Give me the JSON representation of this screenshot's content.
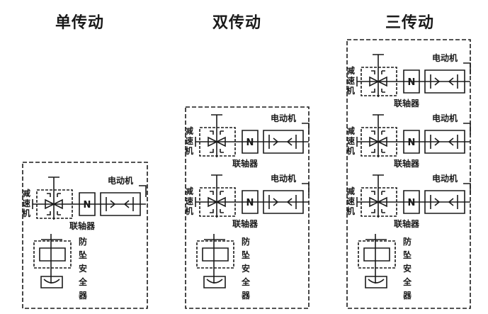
{
  "titles": [
    "单传动",
    "双传动",
    "三传动"
  ],
  "labels": {
    "motor": "电动机",
    "coupling": "联轴器",
    "reducer": [
      "减",
      "速",
      "机"
    ],
    "safety": [
      "防",
      "坠",
      "安",
      "全",
      "器"
    ],
    "coupling_glyph": "N"
  },
  "colors": {
    "line": "#1a1a1a",
    "background": "#ffffff"
  }
}
